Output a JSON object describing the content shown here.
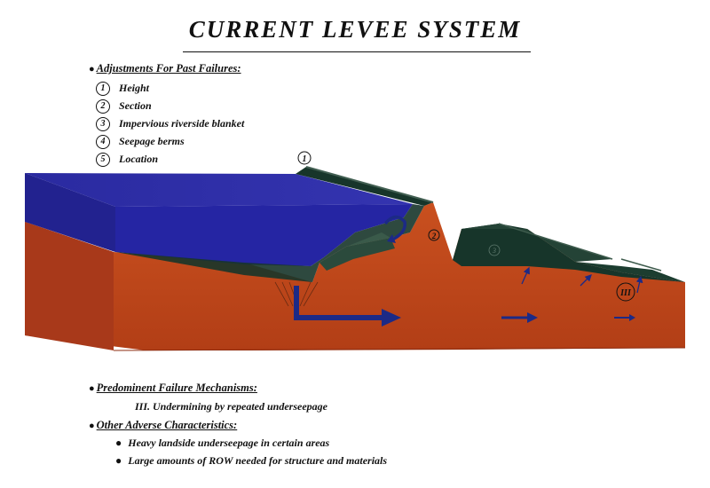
{
  "title": "CURRENT LEVEE SYSTEM",
  "adjustments": {
    "heading": "Adjustments For Past Failures:",
    "items": [
      {
        "num": "1",
        "label": "Height"
      },
      {
        "num": "2",
        "label": "Section"
      },
      {
        "num": "3",
        "label": "Impervious riverside blanket"
      },
      {
        "num": "4",
        "label": "Seepage berms"
      },
      {
        "num": "5",
        "label": "Location"
      }
    ]
  },
  "diagram_labels": {
    "height_marker": "1",
    "section_marker": "2",
    "blanket_marker": "3",
    "failure_marker": "III"
  },
  "failure_mechanisms": {
    "heading": "Predominent Failure Mechanisms:",
    "items": [
      "III. Undermining by repeated underseepage"
    ]
  },
  "other_adverse": {
    "heading": "Other Adverse Characteristics:",
    "items": [
      "Heavy landside underseepage in certain areas",
      "Large amounts of ROW  needed for structure and materials"
    ]
  },
  "colors": {
    "water": "#1f1f8f",
    "soil": "#c1481c",
    "levee_dark": "#17352a",
    "arrow": "#1c2a86"
  }
}
